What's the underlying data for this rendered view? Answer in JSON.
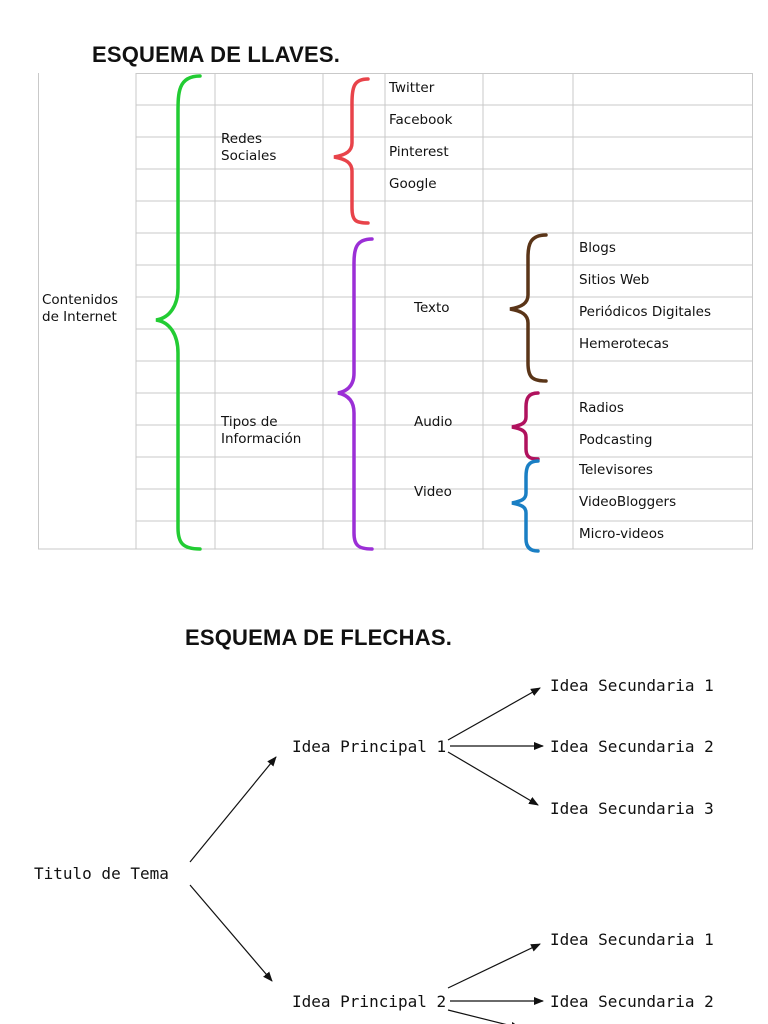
{
  "llaves": {
    "title": "ESQUEMA  DE LLAVES.",
    "root": "Contenidos\nde Internet",
    "groups": [
      {
        "label": "Redes\nSociales",
        "items": [
          "Twitter",
          "Facebook",
          "Pinterest",
          "Google"
        ]
      },
      {
        "label": "Tipos de\nInformación",
        "subgroups": [
          {
            "label": "Texto",
            "items": [
              "Blogs",
              "Sitios Web",
              "Periódicos Digitales",
              "Hemerotecas"
            ]
          },
          {
            "label": "Audio",
            "items": [
              "Radios",
              "Podcasting"
            ]
          },
          {
            "label": "Video",
            "items": [
              "Televisores",
              "VideoBloggers",
              "Micro-videos"
            ]
          }
        ]
      }
    ],
    "brace_colors": {
      "root": "#22cc33",
      "redes": "#e8434a",
      "tipos": "#9b2fd6",
      "texto": "#5a3518",
      "audio": "#b0125e",
      "video": "#1a7fc4"
    }
  },
  "flechas": {
    "title": "ESQUEMA DE FLECHAS.",
    "root": "Titulo de Tema",
    "principal_1": "Idea Principal 1",
    "principal_2": "Idea Principal 2",
    "secundarias_1": [
      "Idea Secundaria 1",
      "Idea Secundaria 2",
      "Idea Secundaria 3"
    ],
    "secundarias_2": [
      "Idea Secundaria 1",
      "Idea Secundaria 2"
    ]
  }
}
